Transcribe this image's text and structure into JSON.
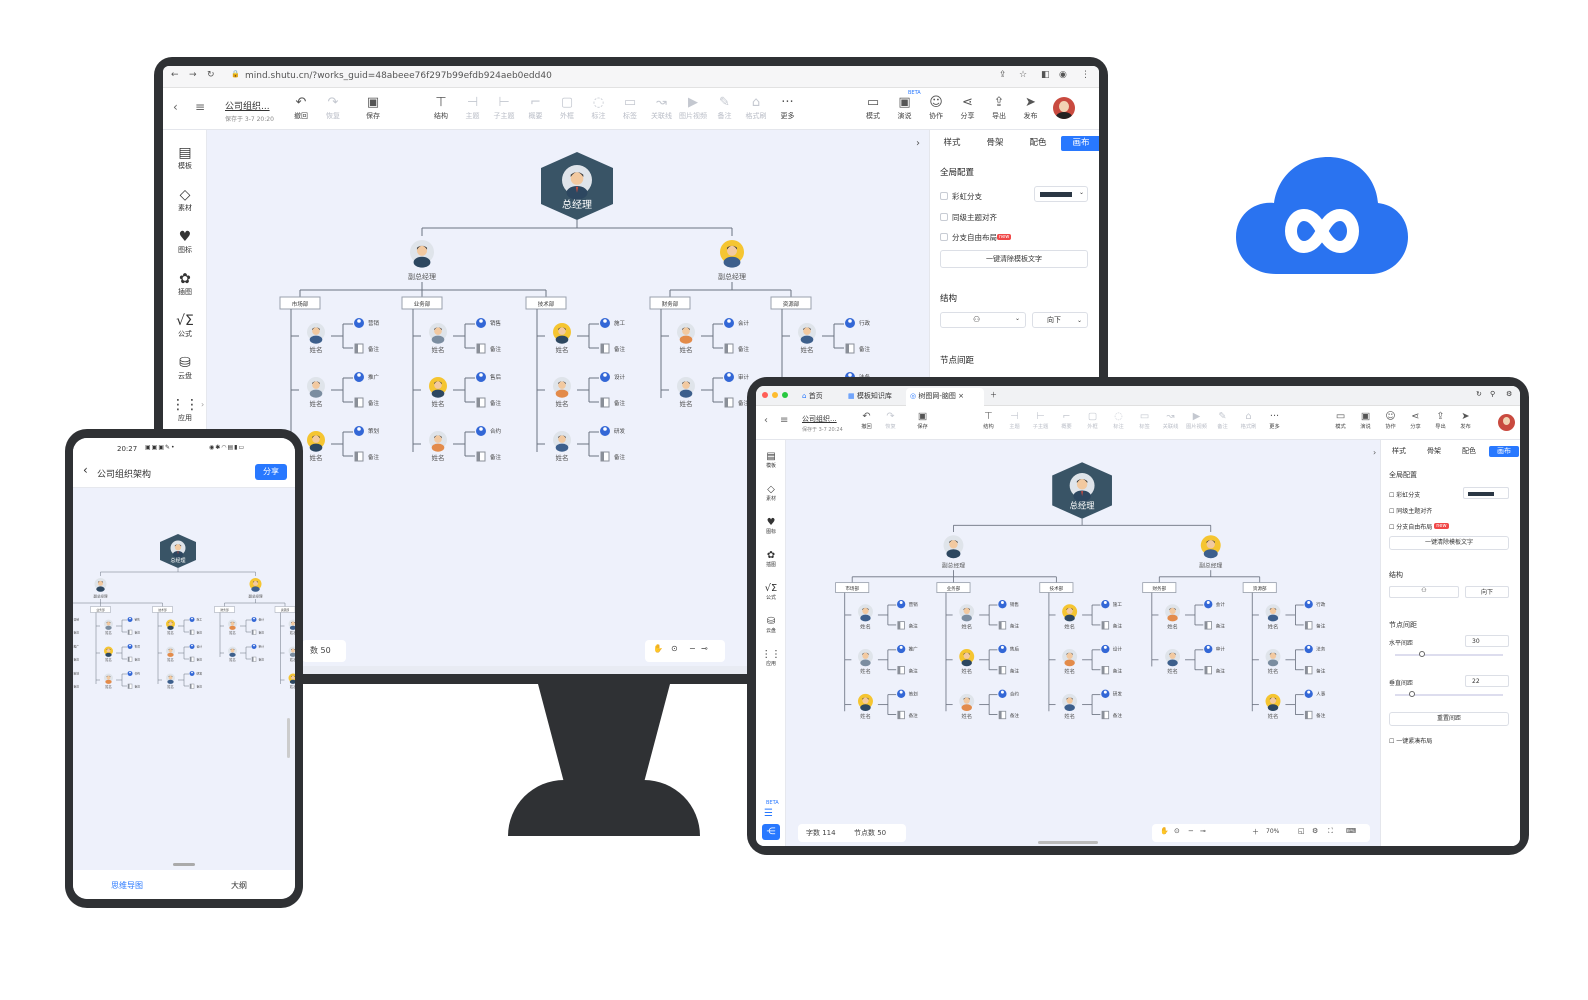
{
  "monitor": {
    "url": "mind.shutu.cn/?works_guid=48abeee76f297b99efdb924aeb0edd40",
    "doc_title": "公司组织...",
    "saved_at": "保存于 3-7 20:20",
    "toolbar": [
      {
        "label": "撤回",
        "icon": "undo-icon",
        "glyph": "↶",
        "enabled": true
      },
      {
        "label": "恢复",
        "icon": "redo-icon",
        "glyph": "↷",
        "enabled": false
      },
      {
        "label": "保存",
        "icon": "save-icon",
        "glyph": "▣",
        "enabled": true
      },
      {
        "label": "结构",
        "icon": "structure-icon",
        "glyph": "⊤",
        "enabled": true
      },
      {
        "label": "主题",
        "icon": "topic-icon",
        "glyph": "⊣",
        "enabled": false
      },
      {
        "label": "子主题",
        "icon": "subtopic-icon",
        "glyph": "⊢",
        "enabled": false
      },
      {
        "label": "概要",
        "icon": "summary-icon",
        "glyph": "⌐",
        "enabled": false
      },
      {
        "label": "外框",
        "icon": "frame-icon",
        "glyph": "▢",
        "enabled": false
      },
      {
        "label": "标注",
        "icon": "callout-icon",
        "glyph": "◌",
        "enabled": false
      },
      {
        "label": "标签",
        "icon": "tag-icon",
        "glyph": "▭",
        "enabled": false
      },
      {
        "label": "关联线",
        "icon": "relation-line-icon",
        "glyph": "↝",
        "enabled": false
      },
      {
        "label": "图片视频",
        "icon": "media-icon",
        "glyph": "▶",
        "enabled": false
      },
      {
        "label": "备注",
        "icon": "note-icon",
        "glyph": "✎",
        "enabled": false
      },
      {
        "label": "格式刷",
        "icon": "format-brush-icon",
        "glyph": "⌂",
        "enabled": false
      },
      {
        "label": "更多",
        "icon": "more-icon",
        "glyph": "···",
        "enabled": true
      }
    ],
    "toolbar_right": [
      {
        "label": "模式",
        "icon": "mode-icon",
        "glyph": "▭"
      },
      {
        "label": "演说",
        "icon": "present-icon",
        "glyph": "▣"
      },
      {
        "label": "协作",
        "icon": "collab-icon",
        "glyph": "☺"
      },
      {
        "label": "分享",
        "icon": "share-icon",
        "glyph": "⋖"
      },
      {
        "label": "导出",
        "icon": "export-icon",
        "glyph": "⇪"
      },
      {
        "label": "发布",
        "icon": "publish-icon",
        "glyph": "➤"
      }
    ],
    "beta": "BETA",
    "left_sidebar": [
      {
        "label": "模板",
        "icon": "template-icon",
        "glyph": "▤"
      },
      {
        "label": "素材",
        "icon": "material-icon",
        "glyph": "◇"
      },
      {
        "label": "图标",
        "icon": "icon-library-icon",
        "glyph": "♥"
      },
      {
        "label": "插图",
        "icon": "illustration-icon",
        "glyph": "✿"
      },
      {
        "label": "公式",
        "icon": "formula-icon",
        "glyph": "√Σ"
      },
      {
        "label": "云盘",
        "icon": "cloud-drive-icon",
        "glyph": "⛁"
      },
      {
        "label": "应用",
        "icon": "apps-icon",
        "glyph": "⋮⋮"
      }
    ],
    "panel_tabs": [
      "样式",
      "骨架",
      "配色",
      "画布"
    ],
    "panel": {
      "global": "全局配置",
      "rainbow": "彩虹分支",
      "align": "同级主题对齐",
      "free": "分支自由布局",
      "new_badge": "new",
      "clear_btn": "一键清除模板文字",
      "structure": "结构",
      "direction": "向下",
      "node_spacing": "节点间距"
    },
    "status_nodes": "数 50"
  },
  "org": {
    "ceo": "总经理",
    "vp": "副总经理",
    "name": "姓名",
    "note": "备注",
    "depts": [
      "市场部",
      "业务部",
      "技术部",
      "财务部",
      "资源部"
    ],
    "roles": [
      [
        "营销",
        "推广",
        "策划"
      ],
      [
        "销售",
        "售后",
        "合约"
      ],
      [
        "施工",
        "设计",
        "研发"
      ],
      [
        "会计",
        "审计"
      ],
      [
        "行政",
        "法务",
        "人事"
      ]
    ]
  },
  "tablet": {
    "tabs": [
      "首页",
      "模板知识库",
      "树图网-脑图"
    ],
    "doc_title": "公司组织...",
    "saved_at": "保存于 3-7 20:24",
    "h_spacing_label": "水平间距",
    "h_spacing": "30",
    "v_spacing_label": "垂直间距",
    "v_spacing": "22",
    "reset_btn": "重置间距",
    "compact": "一键紧凑布局",
    "word_count": "字数 114",
    "node_count": "节点数 50",
    "zoom": "70%"
  },
  "phone": {
    "time": "20:27",
    "title": "公司组织架构",
    "share": "分享",
    "tab_mind": "思维导图",
    "tab_outline": "大纲"
  },
  "colors": {
    "accent": "#2878ff",
    "hex": "#395466",
    "cloud": "#2a73f0",
    "device": "#2f3134",
    "canvas": "#eef1fb"
  }
}
